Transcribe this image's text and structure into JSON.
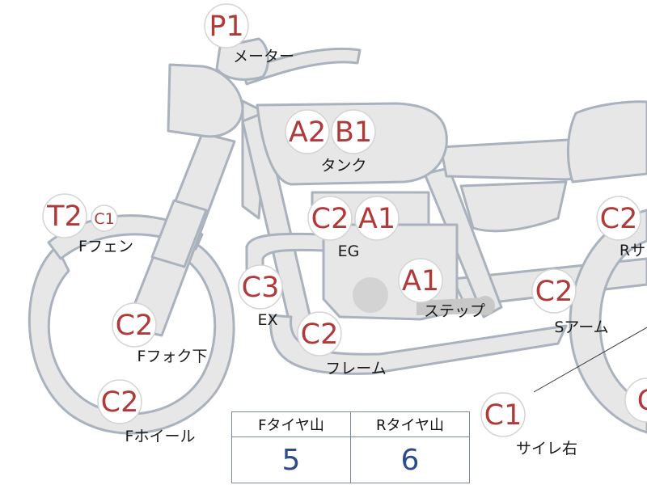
{
  "badges": [
    {
      "id": "meter-p1",
      "text": "P1",
      "size": "large"
    },
    {
      "id": "tank-a2",
      "text": "A2",
      "size": "large"
    },
    {
      "id": "tank-b1",
      "text": "B1",
      "size": "large"
    },
    {
      "id": "ffender-t2",
      "text": "T2",
      "size": "large"
    },
    {
      "id": "ffender-c1",
      "text": "C1",
      "size": "small"
    },
    {
      "id": "eg-c2",
      "text": "C2",
      "size": "large"
    },
    {
      "id": "eg-a1",
      "text": "A1",
      "size": "large"
    },
    {
      "id": "rside-c2",
      "text": "C2",
      "size": "large"
    },
    {
      "id": "ex-c3",
      "text": "C3",
      "size": "large"
    },
    {
      "id": "step-a1",
      "text": "A1",
      "size": "large"
    },
    {
      "id": "sarm-c2",
      "text": "C2",
      "size": "large"
    },
    {
      "id": "ffork-c2",
      "text": "C2",
      "size": "large"
    },
    {
      "id": "frame-c2",
      "text": "C2",
      "size": "large"
    },
    {
      "id": "fwheel-c2",
      "text": "C2",
      "size": "large"
    },
    {
      "id": "sire-c1",
      "text": "C1",
      "size": "large"
    },
    {
      "id": "rwheel-c",
      "text": "C",
      "size": "large"
    }
  ],
  "labels": [
    {
      "id": "meter",
      "text": "メーター"
    },
    {
      "id": "tank",
      "text": "タンク"
    },
    {
      "id": "ffender",
      "text": "Fフェン"
    },
    {
      "id": "eg",
      "text": "EG"
    },
    {
      "id": "rside",
      "text": "Rサ"
    },
    {
      "id": "ex",
      "text": "EX"
    },
    {
      "id": "step",
      "text": "ステップ"
    },
    {
      "id": "sarm",
      "text": "Sアーム"
    },
    {
      "id": "ffork",
      "text": "Fフォク下"
    },
    {
      "id": "frame",
      "text": "フレーム"
    },
    {
      "id": "fwheel",
      "text": "Fホイール"
    },
    {
      "id": "sire",
      "text": "サイレ右"
    }
  ],
  "tread_table": {
    "headers": [
      "Fタイヤ山",
      "Rタイヤ山"
    ],
    "values": [
      "5",
      "6"
    ]
  },
  "colors": {
    "grade_text": "#b03a3a",
    "part_fill": "#e6e7e6",
    "part_outline": "#a9b2bd",
    "tread_value": "#2d4a8a"
  }
}
